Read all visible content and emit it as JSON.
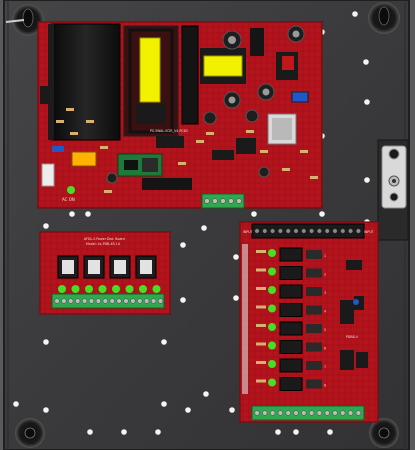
{
  "power_board": {
    "ac_on_label": "AC ON",
    "model_label": "PS-5WAL-VCIR_V4-PCB3",
    "colors": {
      "pcb": "#b5121b",
      "heatsink": "#141414",
      "transformer": "#f2f200",
      "terminal": "#2fa84f"
    }
  },
  "fuse_board_left": {
    "title_line1": "AFDL-S Power Dist. Board",
    "title_line2": "Model: 4x-PDB-4R-1U",
    "fuse_count": 4,
    "terminal_count": 8
  },
  "fuse_board_right": {
    "header_label_left": "INPUT",
    "header_label_right": "INPUT",
    "relay_count": 8,
    "side_label": "PDB8-4",
    "channel_numbers": [
      "1",
      "2",
      "3",
      "4",
      "5",
      "6",
      "7",
      "8"
    ]
  },
  "colors": {
    "enclosure": "#3b3b3d",
    "enclosure_edge": "#1f1f20",
    "led": "#45e024",
    "mount_hole": "#f4f4f4"
  }
}
